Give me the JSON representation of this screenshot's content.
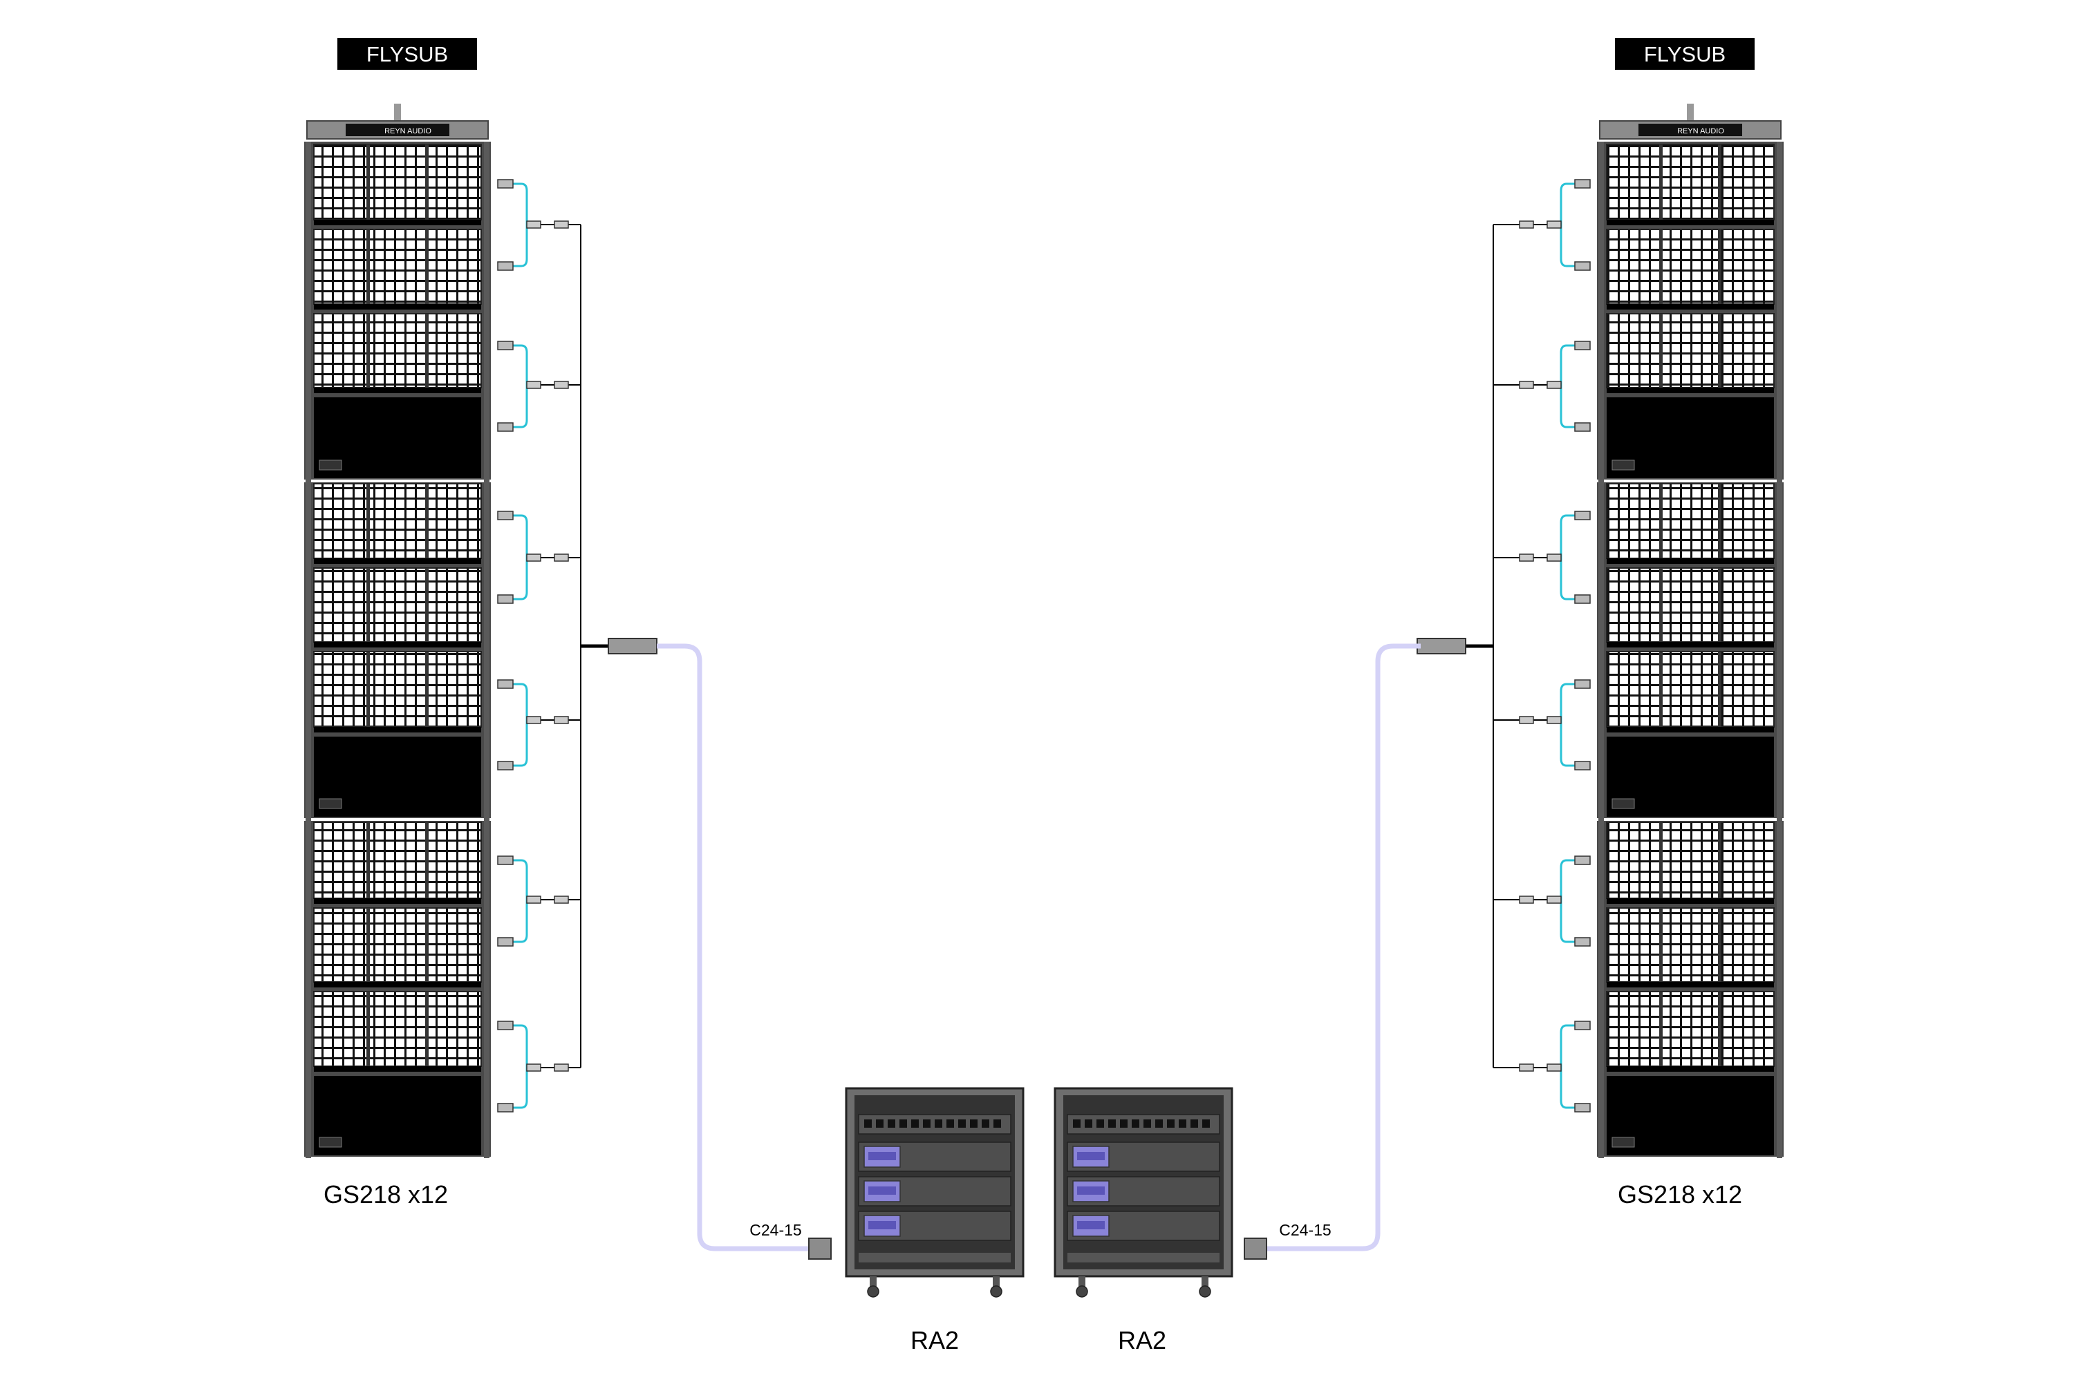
{
  "badge_text": "FLYSUB",
  "brand_text": "REYN AUDIO",
  "arrays": [
    {
      "side": "left",
      "label": "GS218 x12"
    },
    {
      "side": "right",
      "label": "GS218 x12"
    }
  ],
  "racks": [
    {
      "label": "RA2"
    },
    {
      "label": "RA2"
    }
  ],
  "cables": [
    {
      "label": "C24-15"
    },
    {
      "label": "C24-15"
    }
  ],
  "colors": {
    "speaker_frame": "#4a4a4a",
    "grille": "#111111",
    "jumper_cable": "#29c2d6",
    "main_cable": "#d4d2f7",
    "badge_bg": "#000000",
    "amp_module": "#8a84d8"
  }
}
